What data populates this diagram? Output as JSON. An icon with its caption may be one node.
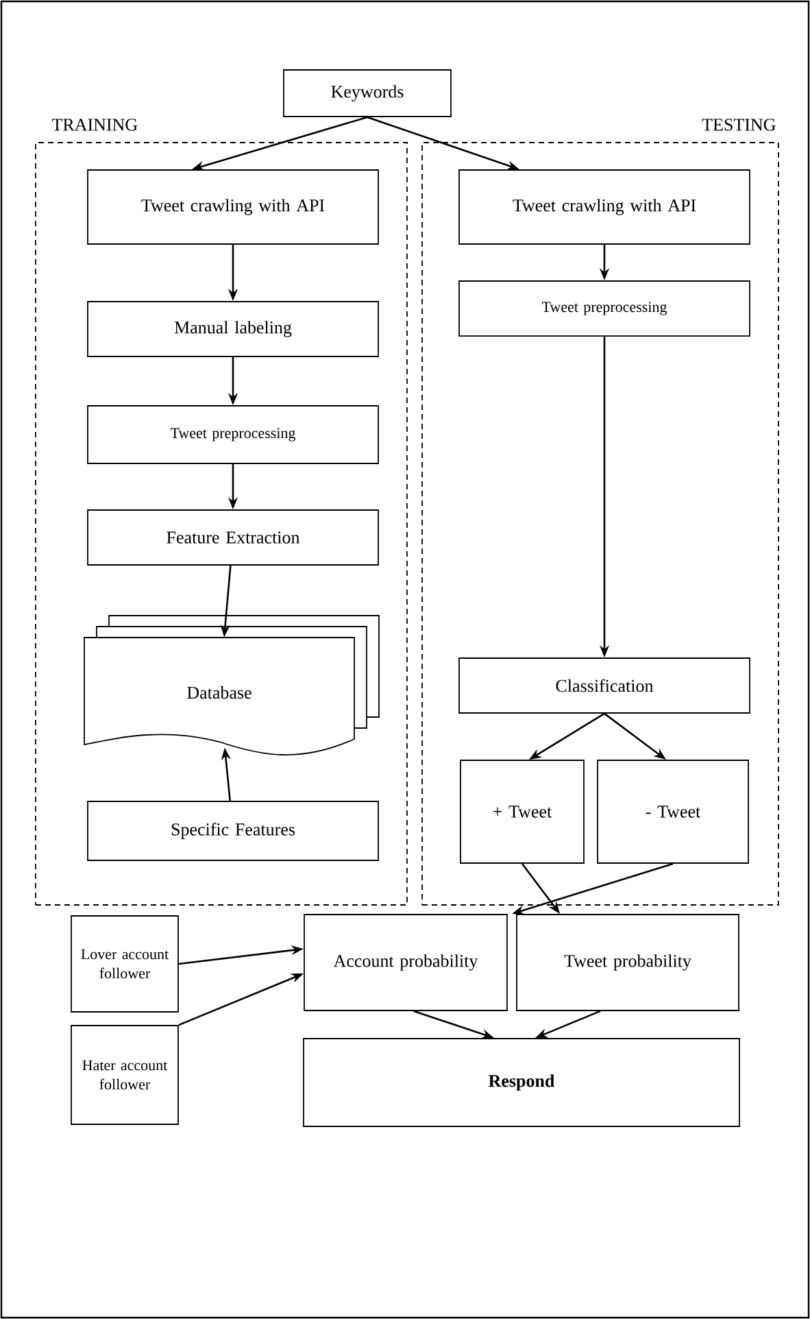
{
  "diagram": {
    "nodes": [
      {
        "text": [
          "Keywords"
        ]
      },
      {
        "text": [
          "TRAINING"
        ]
      },
      {
        "text": [
          "Tweet crawling with API"
        ],
        "in": 1
      },
      {
        "text": [
          "Manual labeling"
        ],
        "in": 1
      },
      {
        "text": [
          "Tweet preprocessing"
        ],
        "in": 1
      },
      {
        "text": [
          "Feature Extraction"
        ],
        "in": 1
      },
      {
        "text": [
          "Database"
        ],
        "in": 1
      },
      {
        "text": [
          "Specific Features"
        ],
        "in": 1
      },
      {
        "text": [
          "TESTING"
        ]
      },
      {
        "text": [
          "Tweet crawling with API"
        ],
        "in": 8
      },
      {
        "text": [
          "Tweet preprocessing"
        ],
        "in": 8
      },
      {
        "text": [
          "Classification"
        ],
        "in": 8
      },
      {
        "text": [
          "+ Tweet"
        ],
        "in": 8
      },
      {
        "text": [
          "- Tweet"
        ],
        "in": 8
      },
      {
        "text": [
          "Lover account follower"
        ]
      },
      {
        "text": [
          "Account probability"
        ]
      },
      {
        "text": [
          "Tweet probability"
        ]
      },
      {
        "text": [
          "Hater account follower"
        ]
      },
      {
        "text": [
          "**Respond**"
        ]
      }
    ],
    "edges": [
      {
        "from": 0,
        "to": 2,
        "arrow": "to"
      },
      {
        "from": 0,
        "to": 9,
        "arrow": "to"
      },
      {
        "from": 2,
        "to": 3,
        "arrow": "to"
      },
      {
        "from": 3,
        "to": 4,
        "arrow": "to"
      },
      {
        "from": 4,
        "to": 5,
        "arrow": "to"
      },
      {
        "from": 5,
        "to": 6,
        "arrow": "to"
      },
      {
        "from": 7,
        "to": 6,
        "arrow": "to"
      },
      {
        "from": 9,
        "to": 10,
        "arrow": "to"
      },
      {
        "from": 10,
        "to": 11,
        "arrow": "to"
      },
      {
        "from": 11,
        "to": 12,
        "arrow": "to"
      },
      {
        "from": 11,
        "to": 13,
        "arrow": "to"
      },
      {
        "from": 12,
        "to": 16,
        "arrow": "to"
      },
      {
        "from": 13,
        "to": 16,
        "arrow": "to"
      },
      {
        "from": 14,
        "to": 15,
        "arrow": "to"
      },
      {
        "from": 17,
        "to": 15,
        "arrow": "to"
      },
      {
        "from": 15,
        "to": 18,
        "arrow": "to"
      },
      {
        "from": 16,
        "to": 18,
        "arrow": "to"
      }
    ]
  }
}
